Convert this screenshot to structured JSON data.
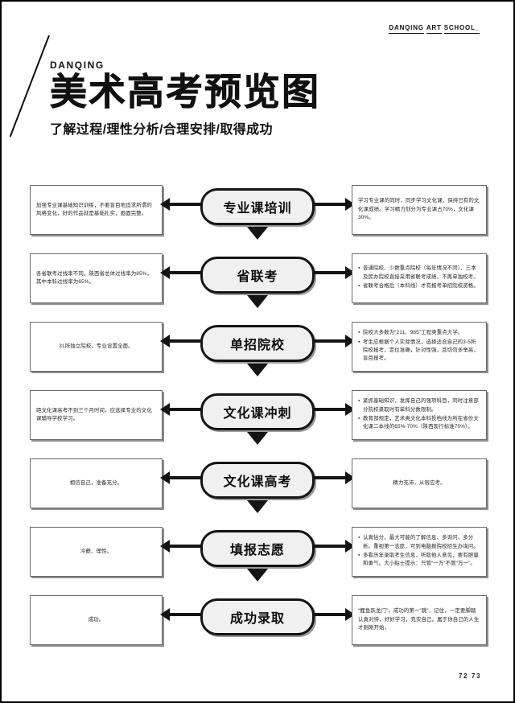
{
  "brand": {
    "logo_lines": [
      "DANQING",
      "ART",
      "SCHOOL_"
    ]
  },
  "header": {
    "eyebrow": "DANQING",
    "title": "美术高考预览图",
    "subtitle": "了解过程/理性分析/合理安排/取得成功"
  },
  "footer": {
    "page_numbers": "72 73"
  },
  "flow": {
    "rows": [
      {
        "stage": "专业课培训",
        "left": "加强专业课基础知识训练，不要盲目地追求所谓的风格变化，好的作品就是基础扎实，画面完整。",
        "left_align": "left",
        "right_align": "left",
        "right_bullets": [],
        "right": "学习专业课的同时，同步学习文化课，保持已有的文化课成绩。学习精力划分为专业课占70%，文化课30%。"
      },
      {
        "stage": "省联考",
        "left": "各省联考过线率不同。陕西省总体过线率为85%，其中本科过线率为65%。",
        "left_align": "left",
        "right_align": "left",
        "right_bullets": [
          "普通院校、少数重点院校（每年情况不同）、三本及民办院校直接采用省联考成绩，不再单独校考。",
          "省联考合格后（本科线）才有报考单招院校资格。"
        ],
        "right": ""
      },
      {
        "stage": "单招院校",
        "left": "31所独立院校，专业设置全面。",
        "left_align": "center",
        "right_align": "left",
        "right_bullets": [
          "院校大多数为“211、985”工程类重点大学。",
          "考生应根据个人实际情况，选择适合自己的3-5所院校报考，定位准确，针对性强，且切勿多举高，盲目报考。"
        ],
        "right": ""
      },
      {
        "stage": "文化课冲刺",
        "left": "距文化课高考不到三个月时间，应选择专业的文化课辅导学校学习。",
        "left_align": "left",
        "right_align": "left",
        "right_bullets": [
          "紧抓基础知识，发挥自己的强项科目，同时注意部分院校录取时有单科分数限制。",
          "教育部规定，艺术类文化本科投档线为所在省份文化课二本线的65%-70%（陕西现行标准70%）。"
        ],
        "right": ""
      },
      {
        "stage": "文化课高考",
        "left": "相信自己，准备充分。",
        "left_align": "center",
        "right_align": "center",
        "right_bullets": [],
        "right": "精力充沛，从容应考。"
      },
      {
        "stage": "填报志愿",
        "left": "冷静、理性。",
        "left_align": "center",
        "right_align": "left",
        "right_bullets": [
          "认真估分，最大可能的了解信息、多询问、多分析。重视第一志愿，可到电脑报院校招生办询问。",
          "多看历年录取考生信息，听取他人意见，要有胆量和勇气。大小贴士提示：只管“一万”不管“万一”。"
        ],
        "right": ""
      },
      {
        "stage": "成功录取",
        "left": "成功。",
        "left_align": "center",
        "right_align": "left",
        "right_bullets": [],
        "right": "“鲤鱼跃龙门”，成功的第一“跳”，记住，一定要脚踏认真对待，好好学习，充实自己。属于你自己的人生才刚刚开始。"
      }
    ]
  }
}
